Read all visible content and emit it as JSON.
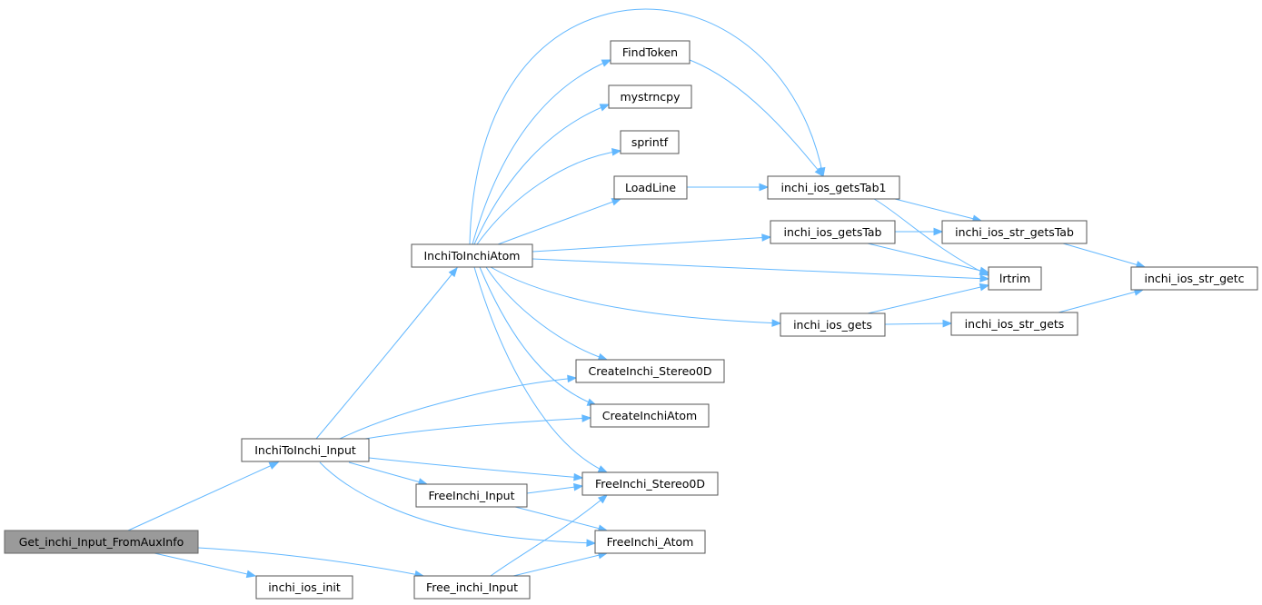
{
  "graph": {
    "title": "",
    "colors": {
      "edge": "#63b8ff",
      "node_border": "#555555",
      "root_fill": "#9a9a9a",
      "node_fill": "#ffffff"
    },
    "nodes": [
      {
        "id": "get_inchi_input_fromauxinfo",
        "label": "Get_inchi_Input_FromAuxInfo",
        "root": true
      },
      {
        "id": "inchitoinchi_input",
        "label": "InchiToInchi_Input"
      },
      {
        "id": "inchi_ios_init",
        "label": "inchi_ios_init"
      },
      {
        "id": "free_inchi_input",
        "label": "Free_inchi_Input"
      },
      {
        "id": "inchitoinchiatom",
        "label": "InchiToInchiAtom"
      },
      {
        "id": "createinchi_stereo0d",
        "label": "CreateInchi_Stereo0D"
      },
      {
        "id": "createinchiatom",
        "label": "CreateInchiAtom"
      },
      {
        "id": "freeinchi_stereo0d",
        "label": "FreeInchi_Stereo0D"
      },
      {
        "id": "freeinchi_input",
        "label": "FreeInchi_Input"
      },
      {
        "id": "freeinchi_atom",
        "label": "FreeInchi_Atom"
      },
      {
        "id": "findtoken",
        "label": "FindToken"
      },
      {
        "id": "mystrncpy",
        "label": "mystrncpy"
      },
      {
        "id": "sprintf",
        "label": "sprintf"
      },
      {
        "id": "loadline",
        "label": "LoadLine"
      },
      {
        "id": "inchi_ios_getstab1",
        "label": "inchi_ios_getsTab1"
      },
      {
        "id": "inchi_ios_getstab",
        "label": "inchi_ios_getsTab"
      },
      {
        "id": "lrtrim",
        "label": "lrtrim"
      },
      {
        "id": "inchi_ios_gets",
        "label": "inchi_ios_gets"
      },
      {
        "id": "inchi_ios_str_getstab",
        "label": "inchi_ios_str_getsTab"
      },
      {
        "id": "inchi_ios_str_gets",
        "label": "inchi_ios_str_gets"
      },
      {
        "id": "inchi_ios_str_getc",
        "label": "inchi_ios_str_getc"
      }
    ],
    "edges": [
      {
        "from": "get_inchi_input_fromauxinfo",
        "to": "inchitoinchi_input"
      },
      {
        "from": "get_inchi_input_fromauxinfo",
        "to": "inchi_ios_init"
      },
      {
        "from": "get_inchi_input_fromauxinfo",
        "to": "free_inchi_input"
      },
      {
        "from": "inchitoinchi_input",
        "to": "inchitoinchiatom"
      },
      {
        "from": "inchitoinchi_input",
        "to": "createinchi_stereo0d"
      },
      {
        "from": "inchitoinchi_input",
        "to": "createinchiatom"
      },
      {
        "from": "inchitoinchi_input",
        "to": "freeinchi_stereo0d"
      },
      {
        "from": "inchitoinchi_input",
        "to": "freeinchi_input"
      },
      {
        "from": "inchitoinchi_input",
        "to": "freeinchi_atom"
      },
      {
        "from": "free_inchi_input",
        "to": "freeinchi_stereo0d"
      },
      {
        "from": "free_inchi_input",
        "to": "freeinchi_atom"
      },
      {
        "from": "freeinchi_input",
        "to": "freeinchi_stereo0d"
      },
      {
        "from": "freeinchi_input",
        "to": "freeinchi_atom"
      },
      {
        "from": "inchitoinchiatom",
        "to": "findtoken"
      },
      {
        "from": "inchitoinchiatom",
        "to": "mystrncpy"
      },
      {
        "from": "inchitoinchiatom",
        "to": "sprintf"
      },
      {
        "from": "inchitoinchiatom",
        "to": "loadline"
      },
      {
        "from": "inchitoinchiatom",
        "to": "inchi_ios_getstab1"
      },
      {
        "from": "inchitoinchiatom",
        "to": "inchi_ios_getstab"
      },
      {
        "from": "inchitoinchiatom",
        "to": "lrtrim"
      },
      {
        "from": "inchitoinchiatom",
        "to": "inchi_ios_gets"
      },
      {
        "from": "inchitoinchiatom",
        "to": "createinchi_stereo0d"
      },
      {
        "from": "inchitoinchiatom",
        "to": "createinchiatom"
      },
      {
        "from": "inchitoinchiatom",
        "to": "freeinchi_stereo0d"
      },
      {
        "from": "findtoken",
        "to": "inchi_ios_getstab1"
      },
      {
        "from": "loadline",
        "to": "inchi_ios_getstab1"
      },
      {
        "from": "inchi_ios_getstab1",
        "to": "inchi_ios_str_getstab"
      },
      {
        "from": "inchi_ios_getstab1",
        "to": "lrtrim"
      },
      {
        "from": "inchi_ios_getstab",
        "to": "inchi_ios_str_getstab"
      },
      {
        "from": "inchi_ios_getstab",
        "to": "lrtrim"
      },
      {
        "from": "inchi_ios_gets",
        "to": "lrtrim"
      },
      {
        "from": "inchi_ios_gets",
        "to": "inchi_ios_str_gets"
      },
      {
        "from": "inchi_ios_str_getstab",
        "to": "inchi_ios_str_getc"
      },
      {
        "from": "inchi_ios_str_gets",
        "to": "inchi_ios_str_getc"
      }
    ]
  }
}
